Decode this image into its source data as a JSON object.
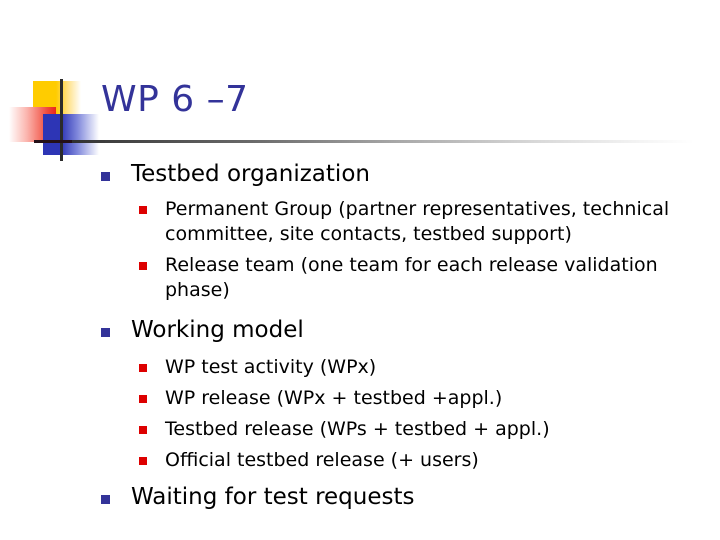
{
  "slide": {
    "title": "WP 6 –7",
    "title_color": "#333399",
    "bullet_level1_color": "#333399",
    "bullet_level2_color": "#DD0000",
    "background": "#ffffff",
    "decor": {
      "yellow": "#FFCC00",
      "red": "#E8281B",
      "blue": "#2D35B5",
      "rule": "#2B2B2B"
    },
    "content": [
      {
        "level": 1,
        "text": "Testbed organization",
        "children": [
          {
            "level": 2,
            "text": "Permanent Group (partner representatives, technical committee, site contacts, testbed support)"
          },
          {
            "level": 2,
            "text": "Release team (one team for each release validation phase)"
          }
        ]
      },
      {
        "level": 1,
        "text": "Working model",
        "children": [
          {
            "level": 2,
            "text": "WP test activity (WPx)"
          },
          {
            "level": 2,
            "text": "WP release (WPx + testbed +appl.)"
          },
          {
            "level": 2,
            "text": "Testbed release (WPs + testbed + appl.)"
          },
          {
            "level": 2,
            "text": "Official testbed release (+ users)"
          }
        ]
      },
      {
        "level": 1,
        "text": "Waiting for test requests",
        "children": []
      }
    ]
  }
}
